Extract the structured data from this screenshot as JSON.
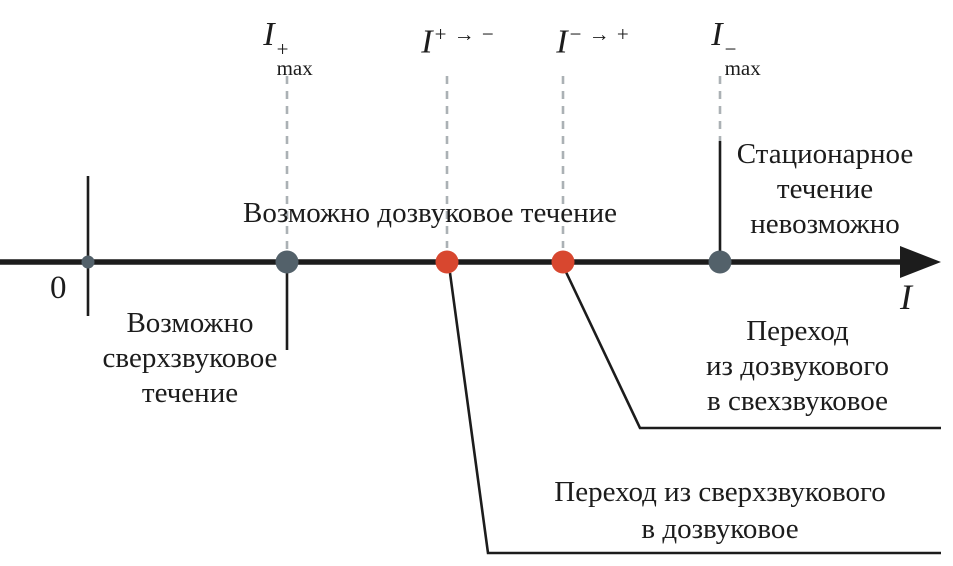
{
  "figure": {
    "axis": {
      "label": "I",
      "origin": "0"
    },
    "markers": {
      "imax_plus": {
        "base": "I",
        "sup": "+",
        "sub": "max"
      },
      "trans_plus_minus": {
        "base": "I",
        "sup": "+ → −"
      },
      "trans_minus_plus": {
        "base": "I",
        "sup": "− → +"
      },
      "imax_minus": {
        "base": "I",
        "sup": "−",
        "sub": "max"
      }
    },
    "annotations": {
      "subsonic_possible": "Возможно дозвуковое течение",
      "supersonic_possible": [
        "Возможно",
        "сверхзвуковое",
        "течение"
      ],
      "stationary_impossible": [
        "Стационарное",
        "течение",
        "невозможно"
      ],
      "transition_to_supersonic": [
        "Переход",
        "из дозвукового",
        "в свехзвуковое"
      ],
      "transition_to_subsonic": [
        "Переход из сверхзвукового",
        "в дозвуковое"
      ]
    },
    "colors": {
      "axis": "#1c1c1c",
      "gray_dot": "#53616a",
      "red_dot": "#d8472f",
      "dashed": "#abb1b5"
    }
  }
}
